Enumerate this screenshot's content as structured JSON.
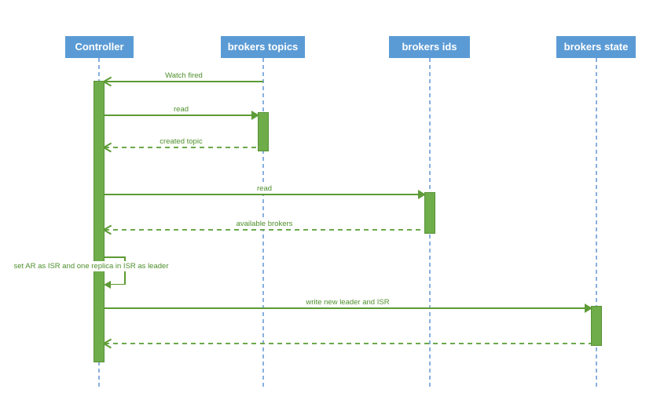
{
  "diagram": {
    "type": "sequence",
    "actors": [
      {
        "id": "controller",
        "label": "Controller"
      },
      {
        "id": "brokers-topics",
        "label": "brokers topics"
      },
      {
        "id": "brokers-ids",
        "label": "brokers ids"
      },
      {
        "id": "brokers-state",
        "label": "brokers state"
      }
    ],
    "messages": [
      {
        "from": "brokers topics",
        "to": "Controller",
        "label": "Watch fired",
        "line": "solid",
        "arrow": "open"
      },
      {
        "from": "Controller",
        "to": "brokers topics",
        "label": "read",
        "line": "solid",
        "arrow": "filled"
      },
      {
        "from": "brokers topics",
        "to": "Controller",
        "label": "created topic",
        "line": "dashed",
        "arrow": "open"
      },
      {
        "from": "Controller",
        "to": "brokers ids",
        "label": "read",
        "line": "solid",
        "arrow": "filled"
      },
      {
        "from": "brokers ids",
        "to": "Controller",
        "label": "available brokers",
        "line": "dashed",
        "arrow": "open"
      },
      {
        "from": "Controller",
        "to": "Controller",
        "label": "set AR as ISR and one replica in ISR as leader",
        "line": "solid",
        "arrow": "filled",
        "self": true
      },
      {
        "from": "Controller",
        "to": "brokers state",
        "label": "write new leader and ISR",
        "line": "solid",
        "arrow": "filled"
      },
      {
        "from": "brokers state",
        "to": "Controller",
        "label": "",
        "line": "dashed",
        "arrow": "open"
      }
    ],
    "colors": {
      "actor_fill": "#5B9BD5",
      "actor_text": "#FFFFFF",
      "lifeline": "#8AAFDE",
      "activation_fill": "#6FAD4B",
      "activation_border": "#569134",
      "message_line": "#5C9B33",
      "message_text": "#4E8F2B"
    }
  }
}
